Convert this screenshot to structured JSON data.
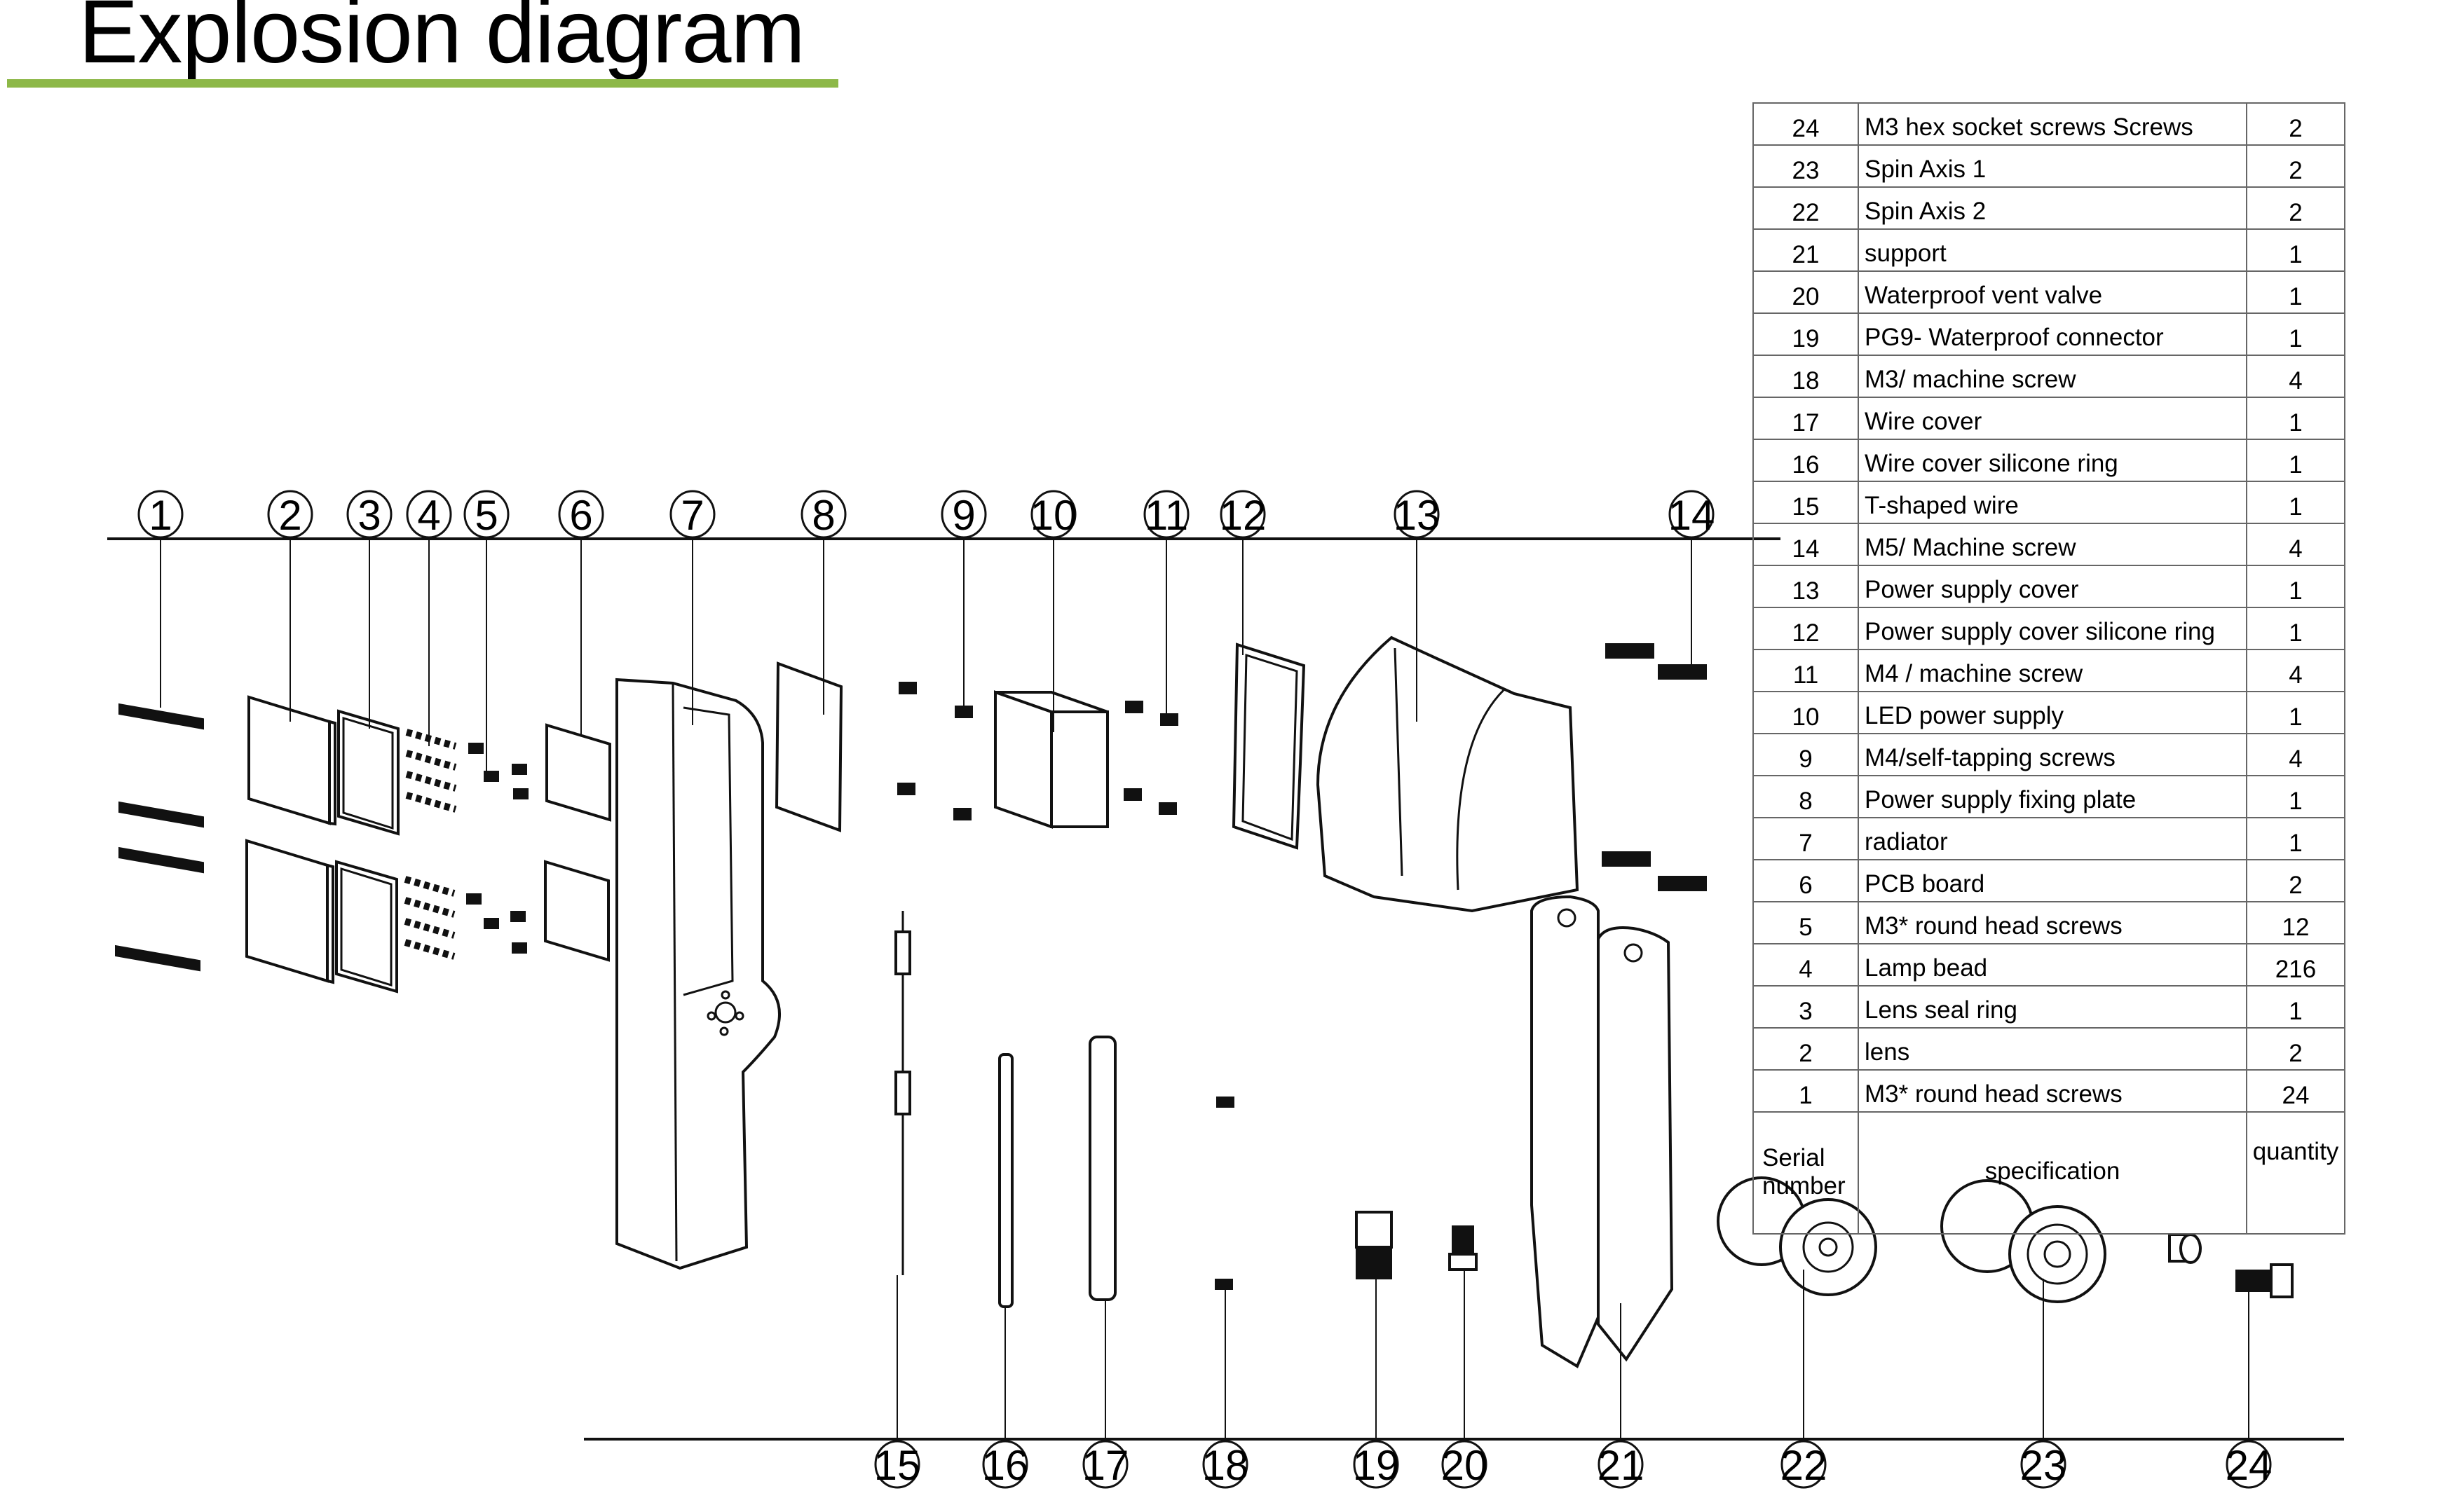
{
  "title": "Explosion diagram",
  "colors": {
    "title_bar": "#8db848",
    "ink": "#000000",
    "table_border": "#666666"
  },
  "callouts_top": [
    "1",
    "2",
    "3",
    "4",
    "5",
    "6",
    "7",
    "8",
    "9",
    "10",
    "11",
    "12",
    "13",
    "14"
  ],
  "callouts_bottom": [
    "15",
    "16",
    "17",
    "18",
    "19",
    "20",
    "21",
    "22",
    "23",
    "24"
  ],
  "table": {
    "rows": [
      {
        "serial": "24",
        "spec": "M3 hex socket screws Screws",
        "qty": "2"
      },
      {
        "serial": "23",
        "spec": "Spin Axis 1",
        "qty": "2"
      },
      {
        "serial": "22",
        "spec": "Spin Axis 2",
        "qty": "2"
      },
      {
        "serial": "21",
        "spec": "support",
        "qty": "1"
      },
      {
        "serial": "20",
        "spec": "Waterproof vent valve",
        "qty": "1"
      },
      {
        "serial": "19",
        "spec": "PG9- Waterproof connector",
        "qty": "1"
      },
      {
        "serial": "18",
        "spec": "M3/ machine screw",
        "qty": "4"
      },
      {
        "serial": "17",
        "spec": "Wire cover",
        "qty": "1"
      },
      {
        "serial": "16",
        "spec": "Wire cover silicone ring",
        "qty": "1"
      },
      {
        "serial": "15",
        "spec": "T-shaped wire",
        "qty": "1"
      },
      {
        "serial": "14",
        "spec": "M5/ Machine screw",
        "qty": "4"
      },
      {
        "serial": "13",
        "spec": "Power supply cover",
        "qty": "1"
      },
      {
        "serial": "12",
        "spec": "Power supply cover silicone ring",
        "qty": "1"
      },
      {
        "serial": "11",
        "spec": "M4 / machine screw",
        "qty": "4"
      },
      {
        "serial": "10",
        "spec": "LED power supply",
        "qty": "1"
      },
      {
        "serial": "9",
        "spec": "M4/self-tapping screws",
        "qty": "4"
      },
      {
        "serial": "8",
        "spec": "Power supply fixing plate",
        "qty": "1"
      },
      {
        "serial": "7",
        "spec": "radiator",
        "qty": "1"
      },
      {
        "serial": "6",
        "spec": "PCB board",
        "qty": "2"
      },
      {
        "serial": "5",
        "spec": "M3* round head screws",
        "qty": "12"
      },
      {
        "serial": "4",
        "spec": "Lamp bead",
        "qty": "216"
      },
      {
        "serial": "3",
        "spec": "Lens seal ring",
        "qty": "1"
      },
      {
        "serial": "2",
        "spec": "lens",
        "qty": "2"
      },
      {
        "serial": "1",
        "spec": "M3* round head screws",
        "qty": "24"
      }
    ],
    "header": {
      "serial_line1": "Serial",
      "serial_line2": "number",
      "spec": "specification",
      "qty": "quantity"
    }
  }
}
